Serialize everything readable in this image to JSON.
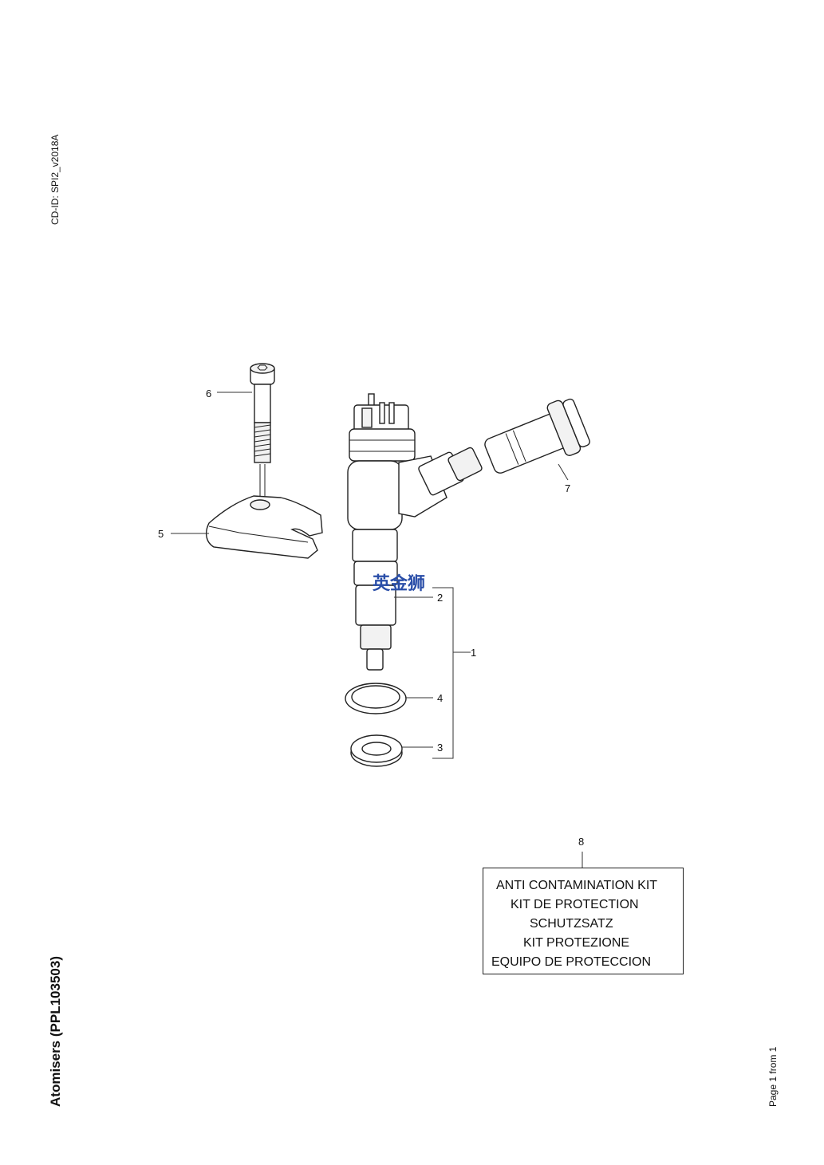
{
  "header": {
    "cd_id": "CD-ID: SPI2_v2018A"
  },
  "footer": {
    "title": "Atomisers (PPL103503)",
    "pager": "Page 1 from 1"
  },
  "watermark": {
    "text": "英金狮"
  },
  "callouts": [
    "1",
    "2",
    "3",
    "4",
    "5",
    "6",
    "7",
    "8"
  ],
  "kit": {
    "lines": [
      "ANTI CONTAMINATION KIT",
      "KIT DE PROTECTION",
      "SCHUTZSATZ",
      "KIT PROTEZIONE",
      "EQUIPO DE PROTECCION"
    ]
  }
}
